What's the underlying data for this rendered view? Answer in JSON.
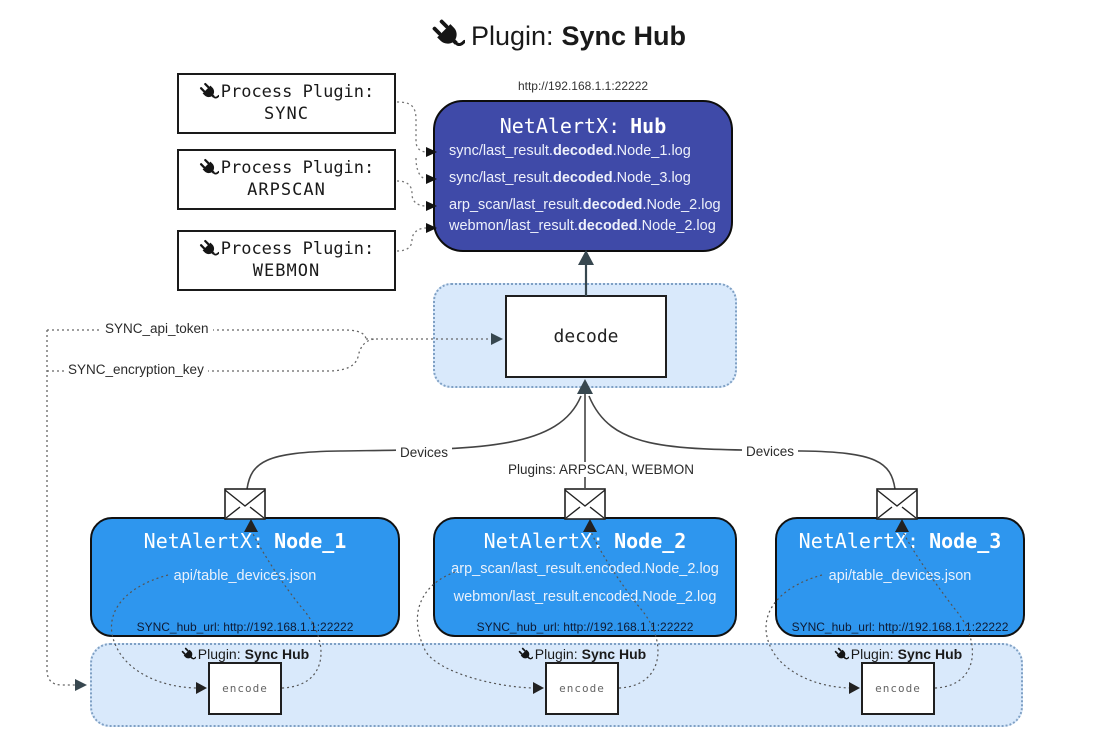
{
  "title": {
    "prefix": "Plugin:",
    "name": "Sync Hub"
  },
  "hub": {
    "url": "http://192.168.1.1:22222",
    "name_prefix": "NetAlertX:",
    "name_bold": "Hub",
    "logs": [
      {
        "pre": "sync/last_result.",
        "bold": "decoded",
        "post": ".Node_1.log"
      },
      {
        "pre": "sync/last_result.",
        "bold": "decoded",
        "post": ".Node_3.log"
      },
      {
        "pre": "arp_scan/last_result.",
        "bold": "decoded",
        "post": ".Node_2.log"
      },
      {
        "pre": "webmon/last_result.",
        "bold": "decoded",
        "post": ".Node_2.log"
      }
    ]
  },
  "process_plugins": [
    {
      "label": "Process Plugin:",
      "name": "SYNC"
    },
    {
      "label": "Process Plugin:",
      "name": "ARPSCAN"
    },
    {
      "label": "Process Plugin:",
      "name": "WEBMON"
    }
  ],
  "decode": {
    "label": "decode"
  },
  "secrets": {
    "api_token": "SYNC_api_token",
    "encryption_key": "SYNC_encryption_key"
  },
  "edge_labels": {
    "devices_left": "Devices",
    "devices_right": "Devices",
    "plugins": "Plugins: ARPSCAN, WEBMON"
  },
  "nodes": [
    {
      "name_prefix": "NetAlertX:",
      "name_bold": "Node_1",
      "files": [
        "api/table_devices.json"
      ],
      "hub_url": "SYNC_hub_url: http://192.168.1.1:22222"
    },
    {
      "name_prefix": "NetAlertX:",
      "name_bold": "Node_2",
      "files": [
        "arp_scan/last_result.encoded.Node_2.log",
        "webmon/last_result.encoded.Node_2.log"
      ],
      "hub_url": "SYNC_hub_url: http://192.168.1.1:22222"
    },
    {
      "name_prefix": "NetAlertX:",
      "name_bold": "Node_3",
      "files": [
        "api/table_devices.json"
      ],
      "hub_url": "SYNC_hub_url: http://192.168.1.1:22222"
    }
  ],
  "encoders": [
    {
      "label_prefix": "Plugin:",
      "label_bold": "Sync Hub",
      "box_label": "encode"
    },
    {
      "label_prefix": "Plugin:",
      "label_bold": "Sync Hub",
      "box_label": "encode"
    },
    {
      "label_prefix": "Plugin:",
      "label_bold": "Sync Hub",
      "box_label": "encode"
    }
  ],
  "icons": {
    "plug": "plug-icon",
    "envelope": "envelope-icon"
  },
  "colors": {
    "hub_bg": "#3F4AA8",
    "node_bg": "#2E96EE",
    "panel_bg": "#D9E9FB",
    "panel_border": "#7FA0C4",
    "arrow_dark": "#37474F",
    "line_gray": "#444444"
  }
}
